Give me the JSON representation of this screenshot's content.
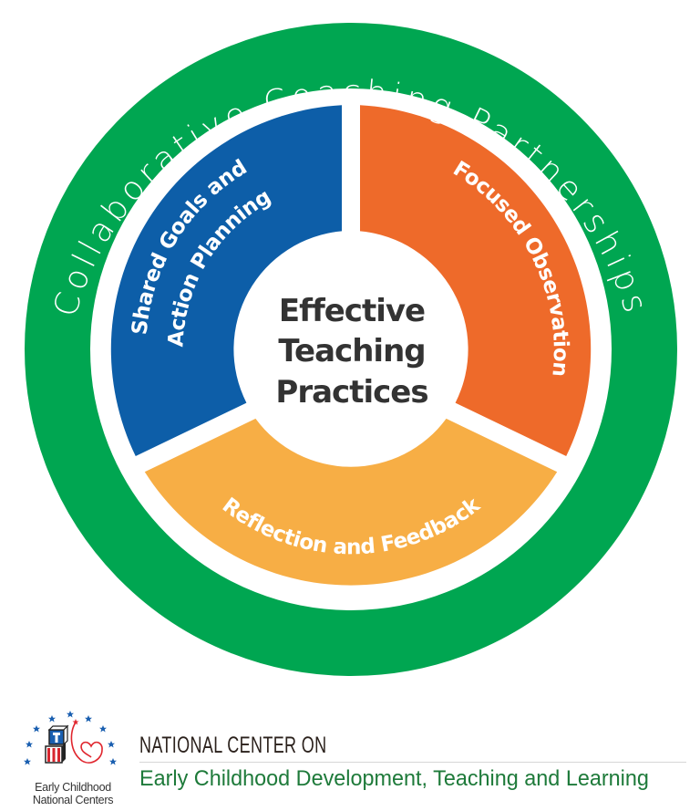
{
  "diagram": {
    "outer_ring_label": "Collaborative Coaching Partnerships",
    "segments": [
      {
        "id": "shared-goals",
        "lines": [
          "Shared Goals and",
          "Action Planning"
        ],
        "color": "#0d5ea8"
      },
      {
        "id": "focused-observation",
        "lines": [
          "Focused Observation"
        ],
        "color": "#ee6a2a"
      },
      {
        "id": "reflection-feedback",
        "lines": [
          "Reflection and Feedback"
        ],
        "color": "#f7ae45"
      }
    ],
    "center_label": [
      "Effective",
      "Teaching",
      "Practices"
    ],
    "colors": {
      "ring": "#00a651",
      "center_text": "#333333",
      "segment_text": "#ffffff"
    }
  },
  "footer": {
    "logo": {
      "line1": "Early Childhood",
      "line2": "National Centers",
      "icons": [
        "stars-arc-icon",
        "blocks-icon",
        "heart-swirl-icon"
      ]
    },
    "org_top": "NATIONAL CENTER ON",
    "org_bottom": "Early Childhood Development, Teaching and Learning",
    "colors": {
      "org_top": "#2b211c",
      "org_bottom": "#1e7a3a"
    }
  }
}
